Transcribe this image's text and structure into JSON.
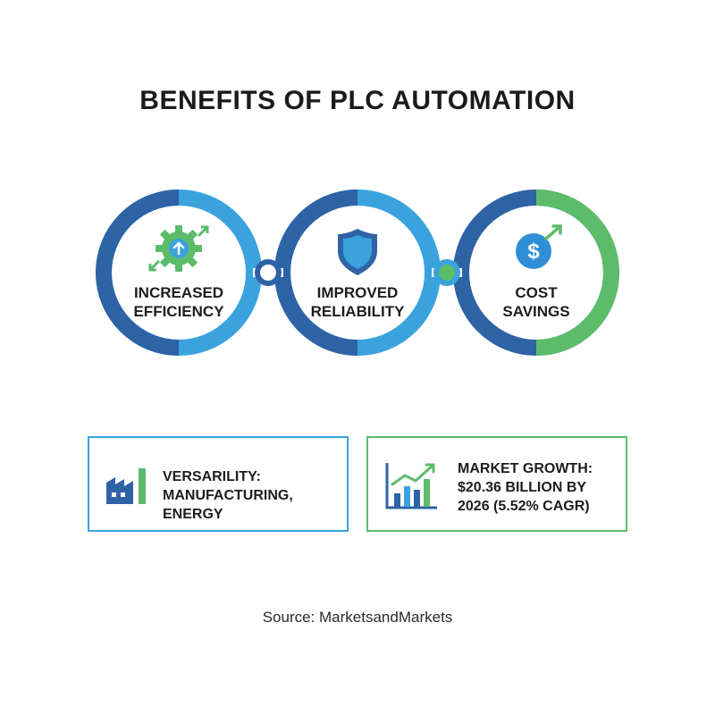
{
  "title": "BENEFITS OF PLC AUTOMATION",
  "colors": {
    "dark_blue": "#2e63a6",
    "light_blue": "#3aa3dd",
    "green": "#5cbc6a",
    "text": "#1d1d1d"
  },
  "rings": [
    {
      "line1": "INCREASED",
      "line2": "EFFICIENCY",
      "icon": "gear-arrows-icon"
    },
    {
      "line1": "IMPROVED",
      "line2": "RELIABILITY",
      "icon": "shield-icon"
    },
    {
      "line1": "COST",
      "line2": "SAVINGS",
      "icon": "dollar-growth-icon"
    }
  ],
  "cards": [
    {
      "line1": "VERSARILITY:",
      "line2": "MANUFACTURING, ENERGY",
      "icon": "factory-icon"
    },
    {
      "line1": "MARKET GROWTH:",
      "line2": "$20.36 BILLION BY",
      "line3": "2026 (5.52% CAGR)",
      "icon": "bar-chart-growth-icon"
    }
  ],
  "source": "Source: MarketsandMarkets"
}
